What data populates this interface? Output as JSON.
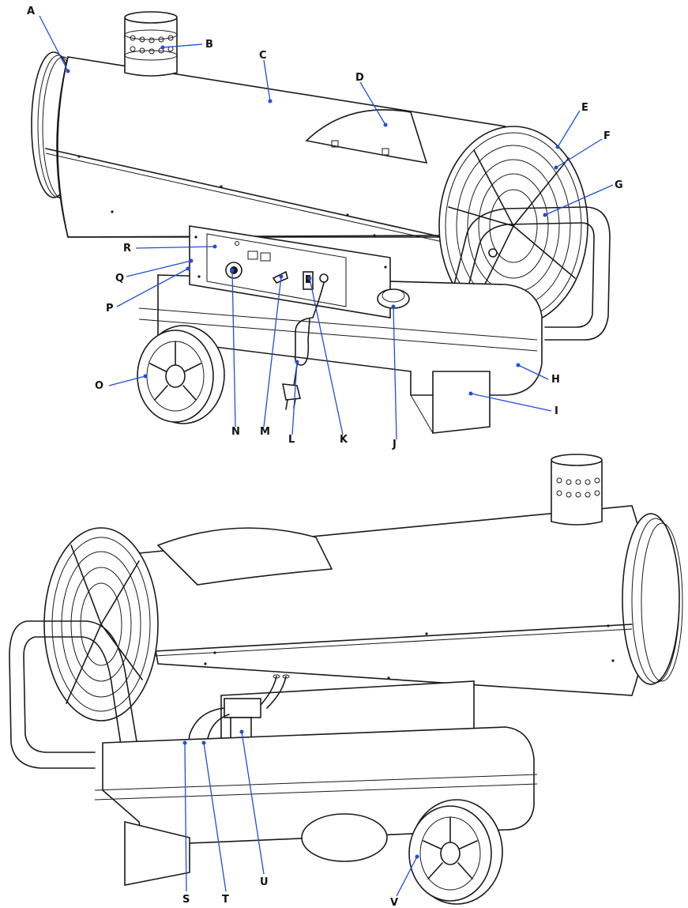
{
  "labels": {
    "A": "A",
    "B": "B",
    "C": "C",
    "D": "D",
    "E": "E",
    "F": "F",
    "G": "G",
    "H": "H",
    "I": "I",
    "J": "J",
    "K": "K",
    "L": "L",
    "M": "M",
    "N": "N",
    "O": "O",
    "P": "P",
    "Q": "Q",
    "R": "R",
    "S": "S",
    "T": "T",
    "U": "U",
    "V": "V"
  },
  "colors": {
    "leader": "#1f4fd6",
    "line": "#1a1a1a",
    "background": "#ffffff"
  }
}
